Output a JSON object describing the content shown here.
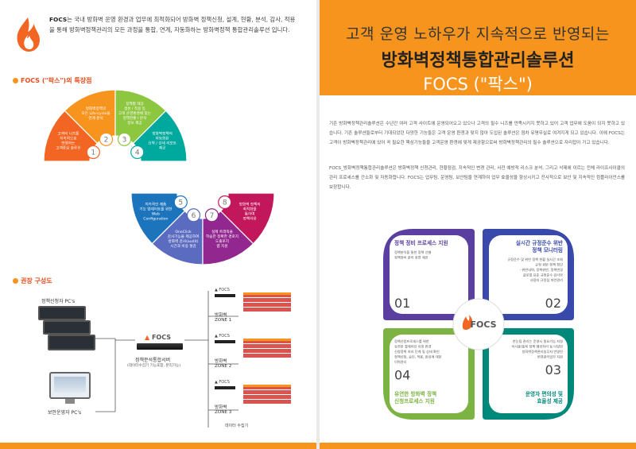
{
  "left": {
    "intro_lead": "FOCS",
    "intro_text": "는 국내 방화벽 운영 환경과 업무에 최적화되어 방화벽 정책신청, 설계, 현황, 분석, 감사, 적용을 통해 방화벽정책관리의 모든 과정을 통합, 연계, 자동화하는 방화벽정책 통합관리솔루션 입니다.",
    "features_title": "FOCS (\"팍스\")의 특장점",
    "features": [
      {
        "num": "1",
        "lines": [
          "고객의 니즈를",
          "지속적으로",
          "반영하는",
          "고객중심 솔루션"
        ],
        "color": "#f26522"
      },
      {
        "num": "2",
        "lines": [
          "방화벽정책의",
          "모든 Life-cycle을",
          "연계 분석"
        ],
        "color": "#f7941d"
      },
      {
        "num": "3",
        "lines": [
          "정책별 태깅",
          "생성 / 적용 등",
          "고객 운영환경에 맞는",
          "정책현황 / 분석",
          "정보 제공"
        ],
        "color": "#8dc63f"
      },
      {
        "num": "4",
        "lines": [
          "방화벽정책의",
          "자동화된",
          "요약 / 상세 리포트",
          "제공"
        ],
        "color": "#00a99d"
      },
      {
        "num": "5",
        "lines": [
          "지속적인 제품",
          "기능 업데이트를 위한",
          "Web",
          "Configuration"
        ],
        "color": "#1c75bc"
      },
      {
        "num": "6",
        "lines": [
          "OneClick",
          "감사기능을 제공하여",
          "방화벽 감사(audit)",
          "시간과 비용 절감"
        ],
        "color": "#5b6bc0"
      },
      {
        "num": "7",
        "lines": [
          "실제 트래픽을",
          "학습한 정확한 경로지",
          "도출로지",
          "랩 지원"
        ],
        "color": "#92278f"
      },
      {
        "num": "8",
        "lines": [
          "방화벽 정책의",
          "최적화를",
          "통하여",
          "정책허용"
        ],
        "color": "#c2185b"
      }
    ],
    "config_title": "권장 구성도",
    "client_top_label": "정책신청자 PC's",
    "client_bottom_label": "보안운영자 PC's",
    "server_logo": "FOCS",
    "server_label": "정책분석통합서버",
    "server_sub": "(데이터수집기 기능포함, 분리가능)",
    "zones": [
      {
        "tag": "FOCS",
        "name": "방화벽",
        "zone": "ZONE 1"
      },
      {
        "tag": "FOCS",
        "name": "방화벽",
        "zone": "ZONE 2"
      },
      {
        "tag": "FOCS",
        "name": "방화벽",
        "zone": "ZONE 3"
      }
    ],
    "collector_label": "데이터 수집기"
  },
  "right": {
    "title_line1": "고객 운영 노하우가 지속적으로 반영되는",
    "title_line2": "방화벽정책통합관리솔루션",
    "title_line3": "FOCS (\"팍스\")",
    "para1": "기존 방화벽정책관리솔루션은 수년간 여러 고객 사이트에 운영되어오고 있으나 고객의 필수 니즈를 만족시키지 못하고 있어 고객 업무에 도움이 되지 못하고 있습니다. 기존 솔루션들로부터 기대되었던 다양한 기능들은 고객 운영 환경과 맞지 않아 도입된 솔루션은 점차 유명무실로 여겨지게 되고 있습니다. 이에 FOCS는 고객이 방화벽정책관리에 있어 꼭 필요한 핵심기능들을 고객운영 환경에 맞게 제공함으로써 방화벽정책관리의 필수 솔루션으로 자리잡아 가고 있습니다.",
    "para2": "FOCS_방화벽정책통합관리솔루션은 방화벽정책 신청관리, 현황점검, 지속적인 변경 관리, 사전 예방적 리스크 분석, 그리고 삭제에 이르는 전체 라이프사이클의 관리 프로세스를 간소화 및 자동화합니다. FOCS는 업무팀, 운영팀, 보안팀을 연계하여 업무 효율성을 향상시키고 전사적으로 보안 및 지속적인 컴플라이언스를 보장합니다.",
    "center_logo": "FOCS",
    "quads": [
      {
        "num": "01",
        "title": "정책 정비 프로세스 지원",
        "body": [
          "정책분석을 통한 정책 선별",
          "정책정비 관리 화면 제공"
        ],
        "color": "#5b3fa0"
      },
      {
        "num": "02",
        "title": "실시간 규정준수 위반 정책 모니터링",
        "body": [
          "규정준수 및 위반 정책 현황 실시간 조회",
          "규정 위반 정책 확인",
          "- 위반내역, 정책위반, 정책변경",
          "글로벌 표준 규정준수 감사와",
          "사용자 규정집 마련관리"
        ],
        "color": "#3949ab"
      },
      {
        "num": "03",
        "title": "운영자 편의성 및 효율성 제공",
        "body": [
          "한눈팀 관리는 운영시 필요기능 지원",
          "미사용/중복 정책 예외처리 등 다양한",
          "방화벽정책관리실무자 반영된",
          "변경관리업무 지원"
        ],
        "color": "#00897b"
      },
      {
        "num": "04",
        "title": "유연한 방화벽 정책 신청프로세스 지원",
        "body": [
          "정책신청프로세스를 위한",
          "유연한 결재라인 지정 변경",
          "신청정책 처리 단계 및 상태 확인",
          "정책신청, 승인, 적용, 완료에 대한",
          "이력관리"
        ],
        "color": "#7cb342"
      }
    ]
  }
}
